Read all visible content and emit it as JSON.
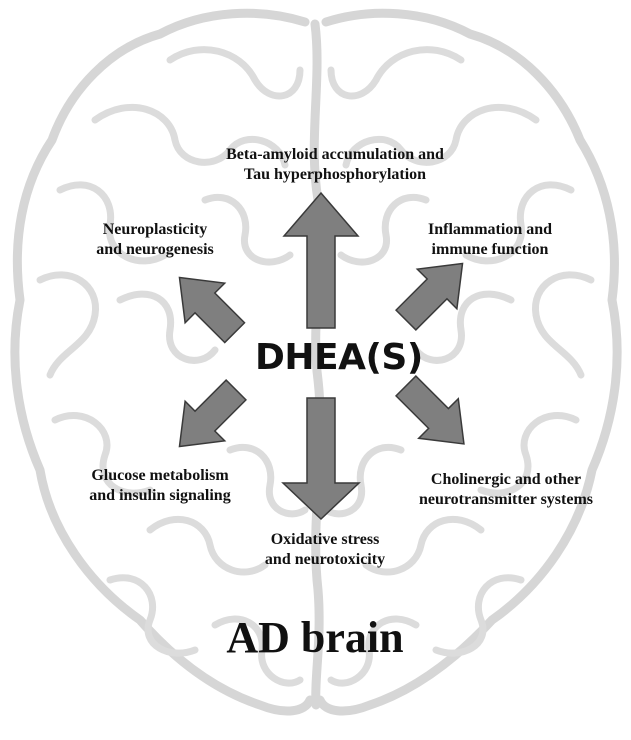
{
  "center": {
    "label": "DHEA(S)"
  },
  "title": "AD brain",
  "effects": {
    "top": {
      "line1": "Beta-amyloid accumulation and",
      "line2": "Tau hyperphosphorylation"
    },
    "upper_left": {
      "line1": "Neuroplasticity",
      "line2": "and neurogenesis"
    },
    "upper_right": {
      "line1": "Inflammation and",
      "line2": "immune function"
    },
    "lower_left": {
      "line1": "Glucose metabolism",
      "line2": "and insulin signaling"
    },
    "lower_right": {
      "line1": "Cholinergic and other",
      "line2": "neurotransmitter systems"
    },
    "bottom": {
      "line1": "Oxidative stress",
      "line2": "and neurotoxicity"
    }
  },
  "colors": {
    "arrow_fill": "#7f7f7f",
    "arrow_stroke": "#3a3a3a",
    "brain_outline": "#d4d4d4",
    "text": "#111111"
  }
}
